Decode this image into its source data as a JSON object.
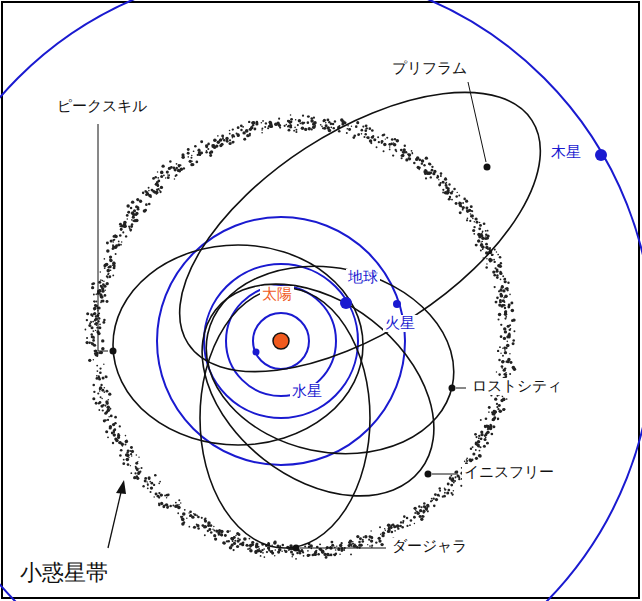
{
  "diagram": {
    "labels": [
      "ピークスキル",
      "プリフラム",
      "木星",
      "太陽",
      "地球",
      "火星",
      "水星",
      "ロストシティ",
      "イニスフリー",
      "ダージャラ",
      "小惑星帯"
    ]
  }
}
